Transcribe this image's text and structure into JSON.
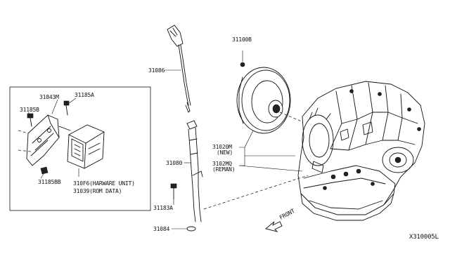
{
  "diagram": {
    "part_labels": {
      "p31843m": "31843M",
      "p31185a": "31185A",
      "p31185b": "31185B",
      "p31185bb": "31185BB",
      "p310f6": "310F6(HARWARE UNIT)",
      "p31039": "31039(ROM DATA)",
      "p31086": "31086",
      "p31080": "31080",
      "p31183a": "31183A",
      "p31084": "31084",
      "p31100b": "31100B",
      "p31020m": "31020M",
      "p31020m_note": "(NEW)",
      "p3102mq": "3102MQ",
      "p3102mq_note": "(REMAN)"
    },
    "front_label": "FRONT",
    "diagram_code": "X310005L"
  }
}
